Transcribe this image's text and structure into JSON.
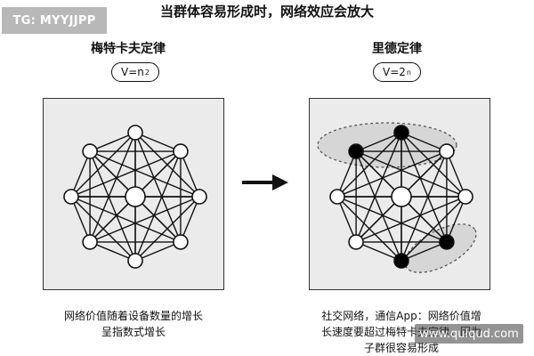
{
  "watermark_top": "TG: MYYJJPP",
  "title": "当群体容易形成时，网络效应会放大",
  "left": {
    "heading": "梅特卡夫定律",
    "formula_base": "V=n",
    "formula_exp": "2",
    "caption_line1": "网络价值随着设备数量的增长",
    "caption_line2": "呈指数式增长"
  },
  "right": {
    "heading": "里德定律",
    "formula_base": "V=2",
    "formula_exp": "n",
    "caption_line1": "社交网络，通信App：网络价值增",
    "caption_line2": "长速度要超过梅特卡夫定律，因为",
    "caption_line3": "子群很容易形成"
  },
  "watermark_site": "www.qulqud.com",
  "colors": {
    "panel_bg": "#ebebeb",
    "node_open": "#ffffff",
    "node_filled": "#000000",
    "group_shade": "#cfcfcf",
    "watermark_bg": "#b8b8b8"
  },
  "icons": [
    "right-arrow-icon"
  ]
}
